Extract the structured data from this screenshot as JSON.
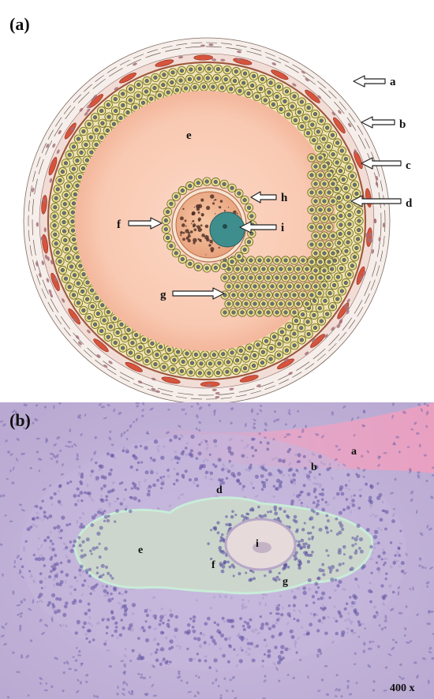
{
  "panel_a": {
    "panel_label": "(a)",
    "labels": {
      "a": "a",
      "b": "b",
      "c": "c",
      "d": "d",
      "e": "e",
      "f": "f",
      "g": "g",
      "h": "h",
      "i": "i"
    }
  },
  "panel_b": {
    "panel_label": "(b)",
    "magnification": "400 x",
    "labels": {
      "a": "a",
      "b": "b",
      "d": "d",
      "e": "e",
      "f": "f",
      "g": "g",
      "i": "i"
    }
  },
  "colors": {
    "antrum": "#f9cdb7",
    "granulosa_cell": "#dcd67a",
    "theca_red": "#d6543c",
    "oocyte": "#f0b48e",
    "nucleus": "#3f8e8e",
    "histology_bg": "#c6b6da"
  }
}
